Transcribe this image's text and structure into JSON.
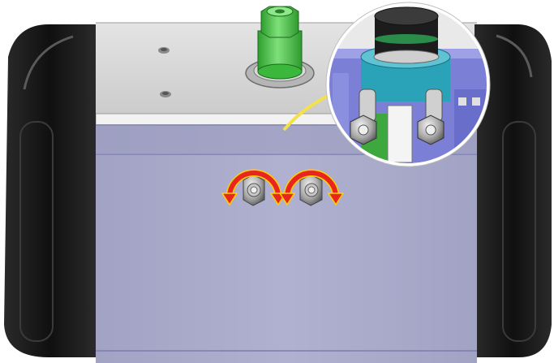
{
  "figure": {
    "subject": "actuator-body-with-adjustment-screws",
    "text_labels": []
  },
  "colors": {
    "end_cap": "#151515",
    "top_plate": "#d3d3d3",
    "body_face": "#a9aacb",
    "indicator_green": "#3dbf3d",
    "arrow_red": "#e8261f",
    "arrow_outline": "#ffd000",
    "leader_yellow": "#f3e14a",
    "detail_cyan": "#2aa3b8",
    "detail_purple": "#7b7fd6"
  },
  "icons": {
    "rotate_arrow": "clockwise-rotate-arrow-icon",
    "nut": "hex-nut-icon"
  },
  "adjustment_screws": [
    {
      "label": "",
      "rotation": "both-directions"
    },
    {
      "label": "",
      "rotation": "both-directions"
    }
  ]
}
